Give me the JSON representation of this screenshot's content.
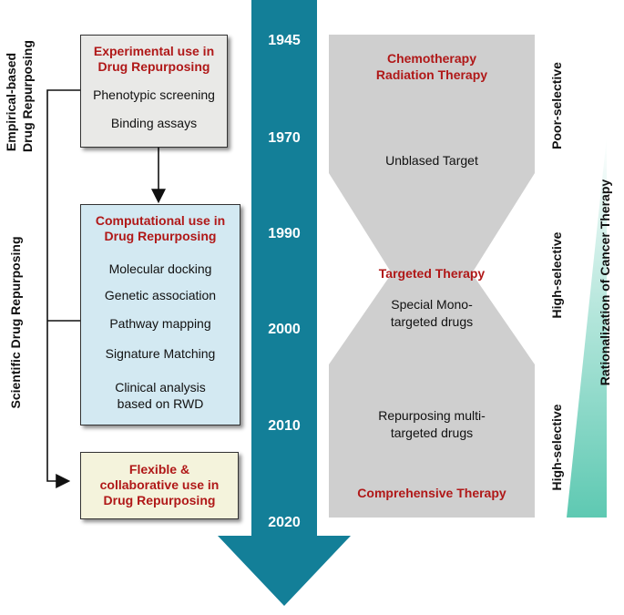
{
  "left_labels": {
    "empirical": [
      "Empirical-based",
      "Drug Repurposing"
    ],
    "scientific": "Scientific Drug Repurposing"
  },
  "boxes": {
    "experimental": {
      "title": [
        "Experimental use in",
        "Drug Repurposing"
      ],
      "items": [
        "Phenotypic screening",
        "Binding assays"
      ]
    },
    "computational": {
      "title": [
        "Computational use in",
        "Drug Repurposing"
      ],
      "items": [
        "Molecular docking",
        "Genetic association",
        "Pathway mapping",
        "Signature Matching",
        "Clinical analysis",
        "based on RWD"
      ]
    },
    "flexible": {
      "title": [
        "Flexible &",
        "collaborative use in",
        "Drug Repurposing"
      ]
    }
  },
  "timeline": {
    "years": [
      "1945",
      "1970",
      "1990",
      "2000",
      "2010",
      "2020"
    ]
  },
  "therapy": {
    "chemo": [
      "Chemotherapy",
      "Radiation Therapy"
    ],
    "unbiased": "Unblased Target",
    "targeted": "Targeted Therapy",
    "mono": [
      "Special Mono-",
      "targeted drugs"
    ],
    "multi": [
      "Repurposing multi-",
      "targeted drugs"
    ],
    "comprehensive": "Comprehensive Therapy"
  },
  "selectivity": [
    "Poor-selective",
    "High-selective",
    "High-selective"
  ],
  "rationalization": "Rationalization of Cancer Therapy",
  "colors": {
    "arrow": "#137f98",
    "panel": "#cfcfcf",
    "experimental_box": "#e9e9e7",
    "computational_box": "#d3e9f2",
    "flexible_box": "#f4f3dc",
    "title_red": "#b01818",
    "wedge": "#5ec9b2"
  }
}
